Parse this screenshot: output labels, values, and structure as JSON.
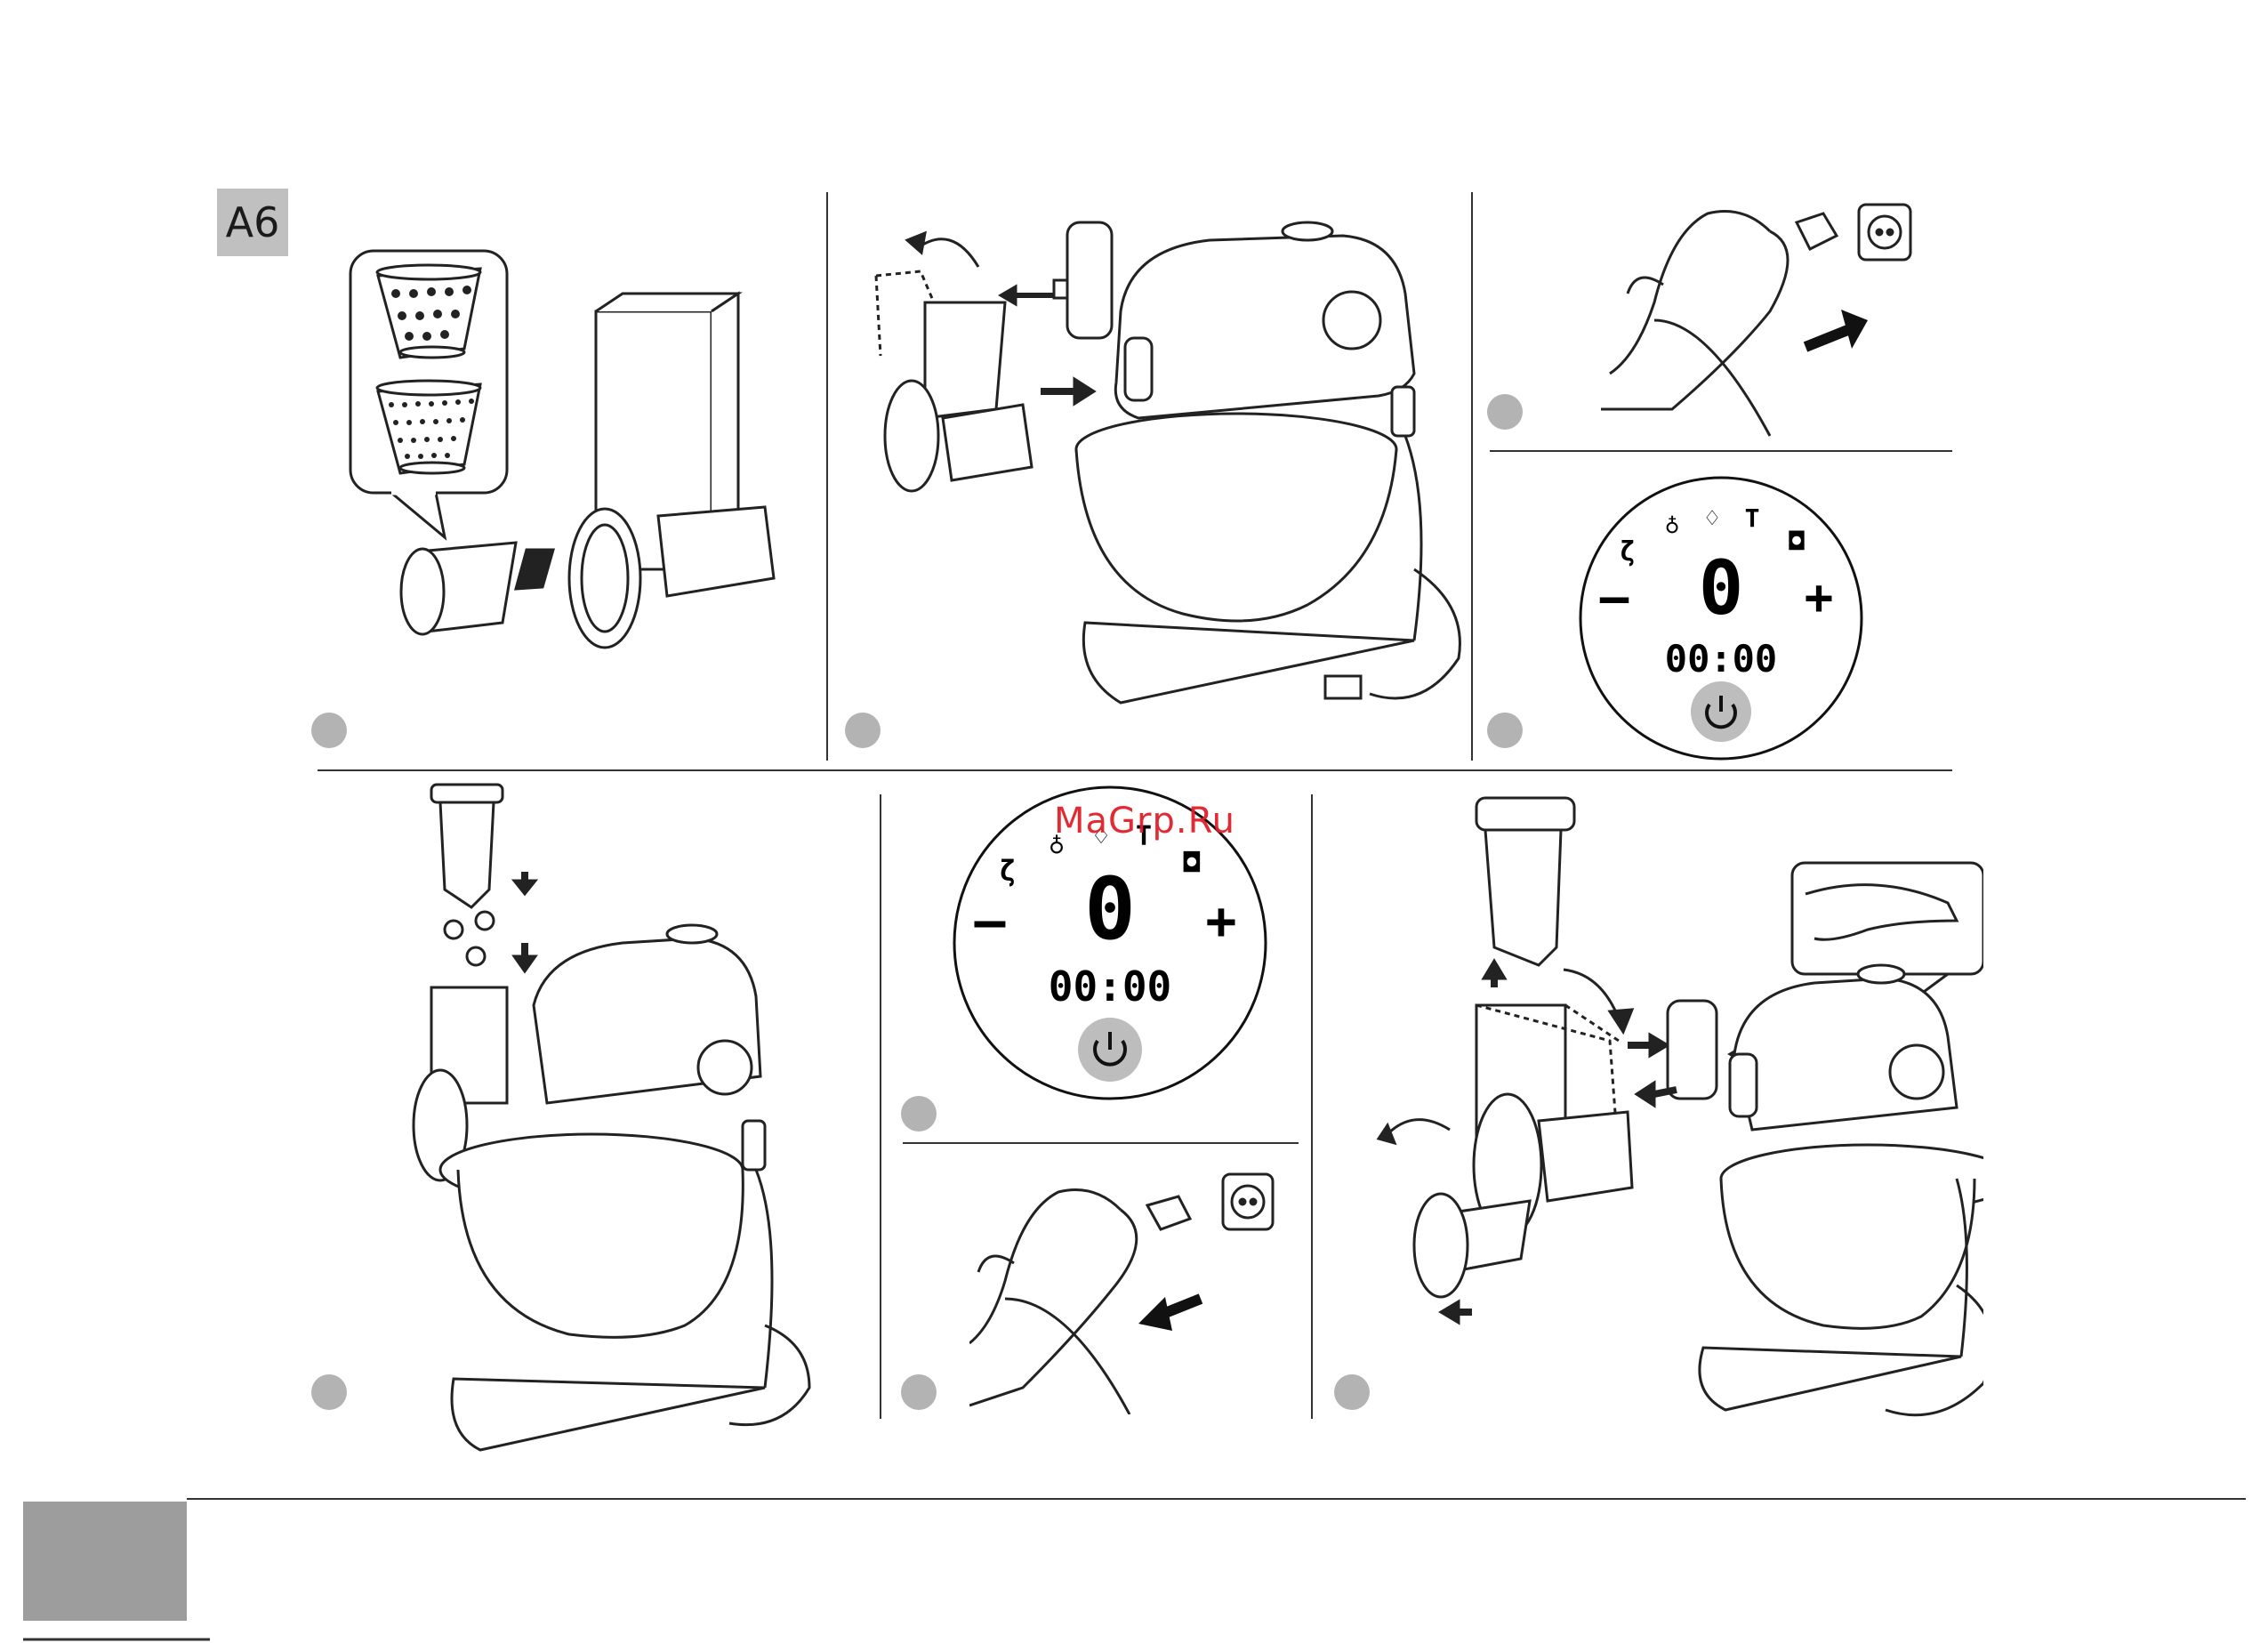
{
  "section_label": "A6",
  "watermark": "MaGrp.Ru",
  "display_top": {
    "minus": "–",
    "plus": "+",
    "speed": "0",
    "time": "00:00"
  },
  "display_bottom": {
    "minus": "–",
    "plus": "+",
    "speed": "0",
    "time": "00:00"
  },
  "icons": [
    "grater-drum-icon",
    "power-plug-icon",
    "wall-socket-icon",
    "power-button-icon",
    "hand-icon",
    "arrow-icon",
    "whisk-icon",
    "beater-icon",
    "dough-hook-icon",
    "blender-jug-icon"
  ]
}
